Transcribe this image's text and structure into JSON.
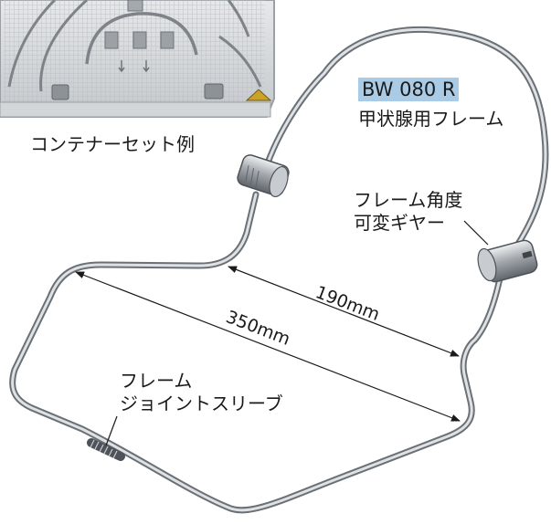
{
  "product": {
    "model": "BW 080 R",
    "name": "甲状腺用フレーム"
  },
  "captions": {
    "container_example": "コンテナーセット例",
    "angle_gear": [
      "フレーム角度",
      "可変ギヤー"
    ],
    "joint_sleeve": [
      "フレーム",
      "ジョイントスリーブ"
    ]
  },
  "dimensions": {
    "inner": "190mm",
    "outer": "350mm"
  },
  "colors": {
    "badge": "#a9cbe6",
    "text": "#1a1a1a",
    "frame": "#8a8f94"
  }
}
